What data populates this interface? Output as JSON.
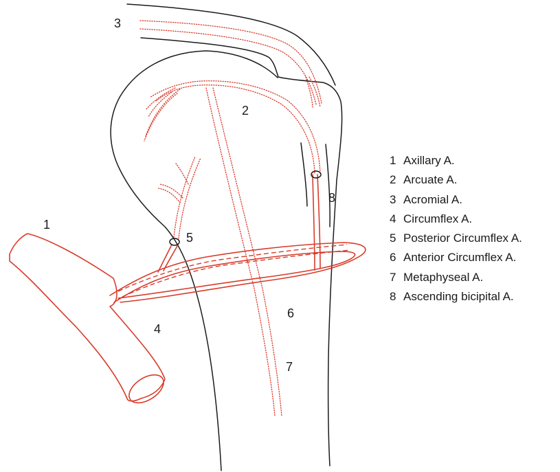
{
  "diagram": {
    "labels": [
      "1",
      "2",
      "3",
      "4",
      "5",
      "6",
      "7",
      "8"
    ]
  },
  "legend": [
    {
      "num": "1",
      "text": "Axillary A."
    },
    {
      "num": "2",
      "text": "Arcuate A."
    },
    {
      "num": "3",
      "text": "Acromial A."
    },
    {
      "num": "4",
      "text": "Circumflex A."
    },
    {
      "num": "5",
      "text": "Posterior Circumflex A."
    },
    {
      "num": "6",
      "text": "Anterior Circumflex A."
    },
    {
      "num": "7",
      "text": "Metaphyseal A."
    },
    {
      "num": "8",
      "text": "Ascending bicipital A."
    }
  ],
  "colors": {
    "vessel": "#d83a2a",
    "bone": "#1a1a1a",
    "background": "#ffffff"
  }
}
